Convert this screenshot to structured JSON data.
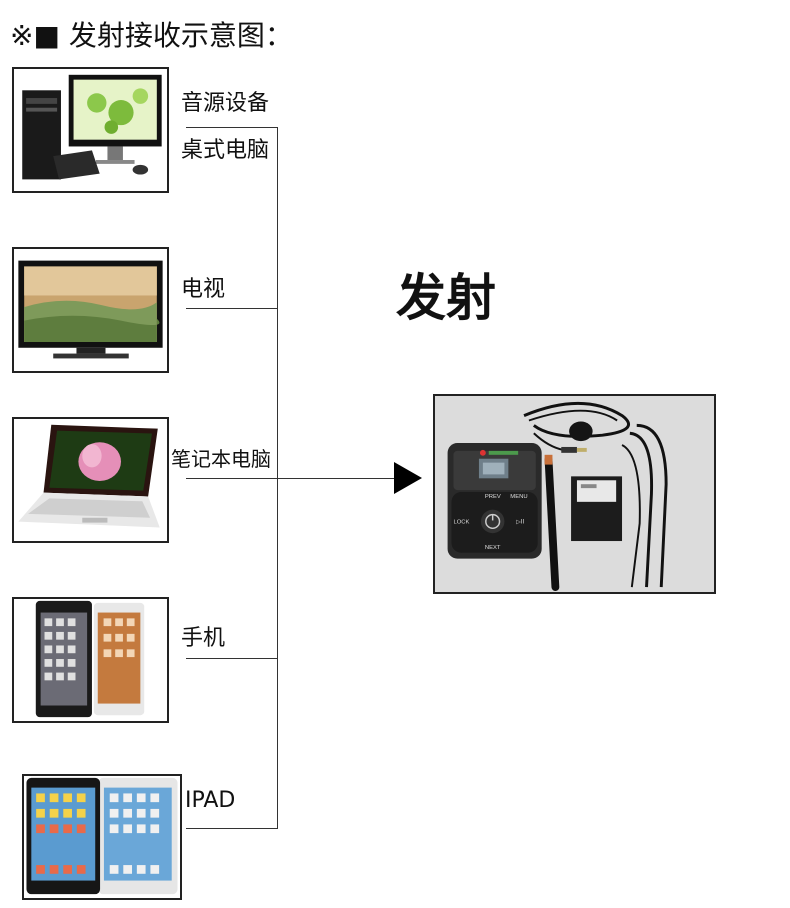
{
  "title": "※■ 发射接收示意图：",
  "sources": [
    {
      "label": "音源设备",
      "label2": "桌式电脑",
      "icon": "desktop-computer-icon"
    },
    {
      "label": "电视",
      "icon": "tv-icon"
    },
    {
      "label": "笔记本电脑",
      "icon": "laptop-icon"
    },
    {
      "label": "手机",
      "icon": "phone-icon"
    },
    {
      "label": "IPAD",
      "icon": "tablet-icon"
    }
  ],
  "transmit_label": "发射",
  "device": {
    "buttons": {
      "prev": "PREV",
      "menu": "MENU",
      "lock": "LOCK",
      "next": "NEXT",
      "skip": "▷II"
    }
  }
}
